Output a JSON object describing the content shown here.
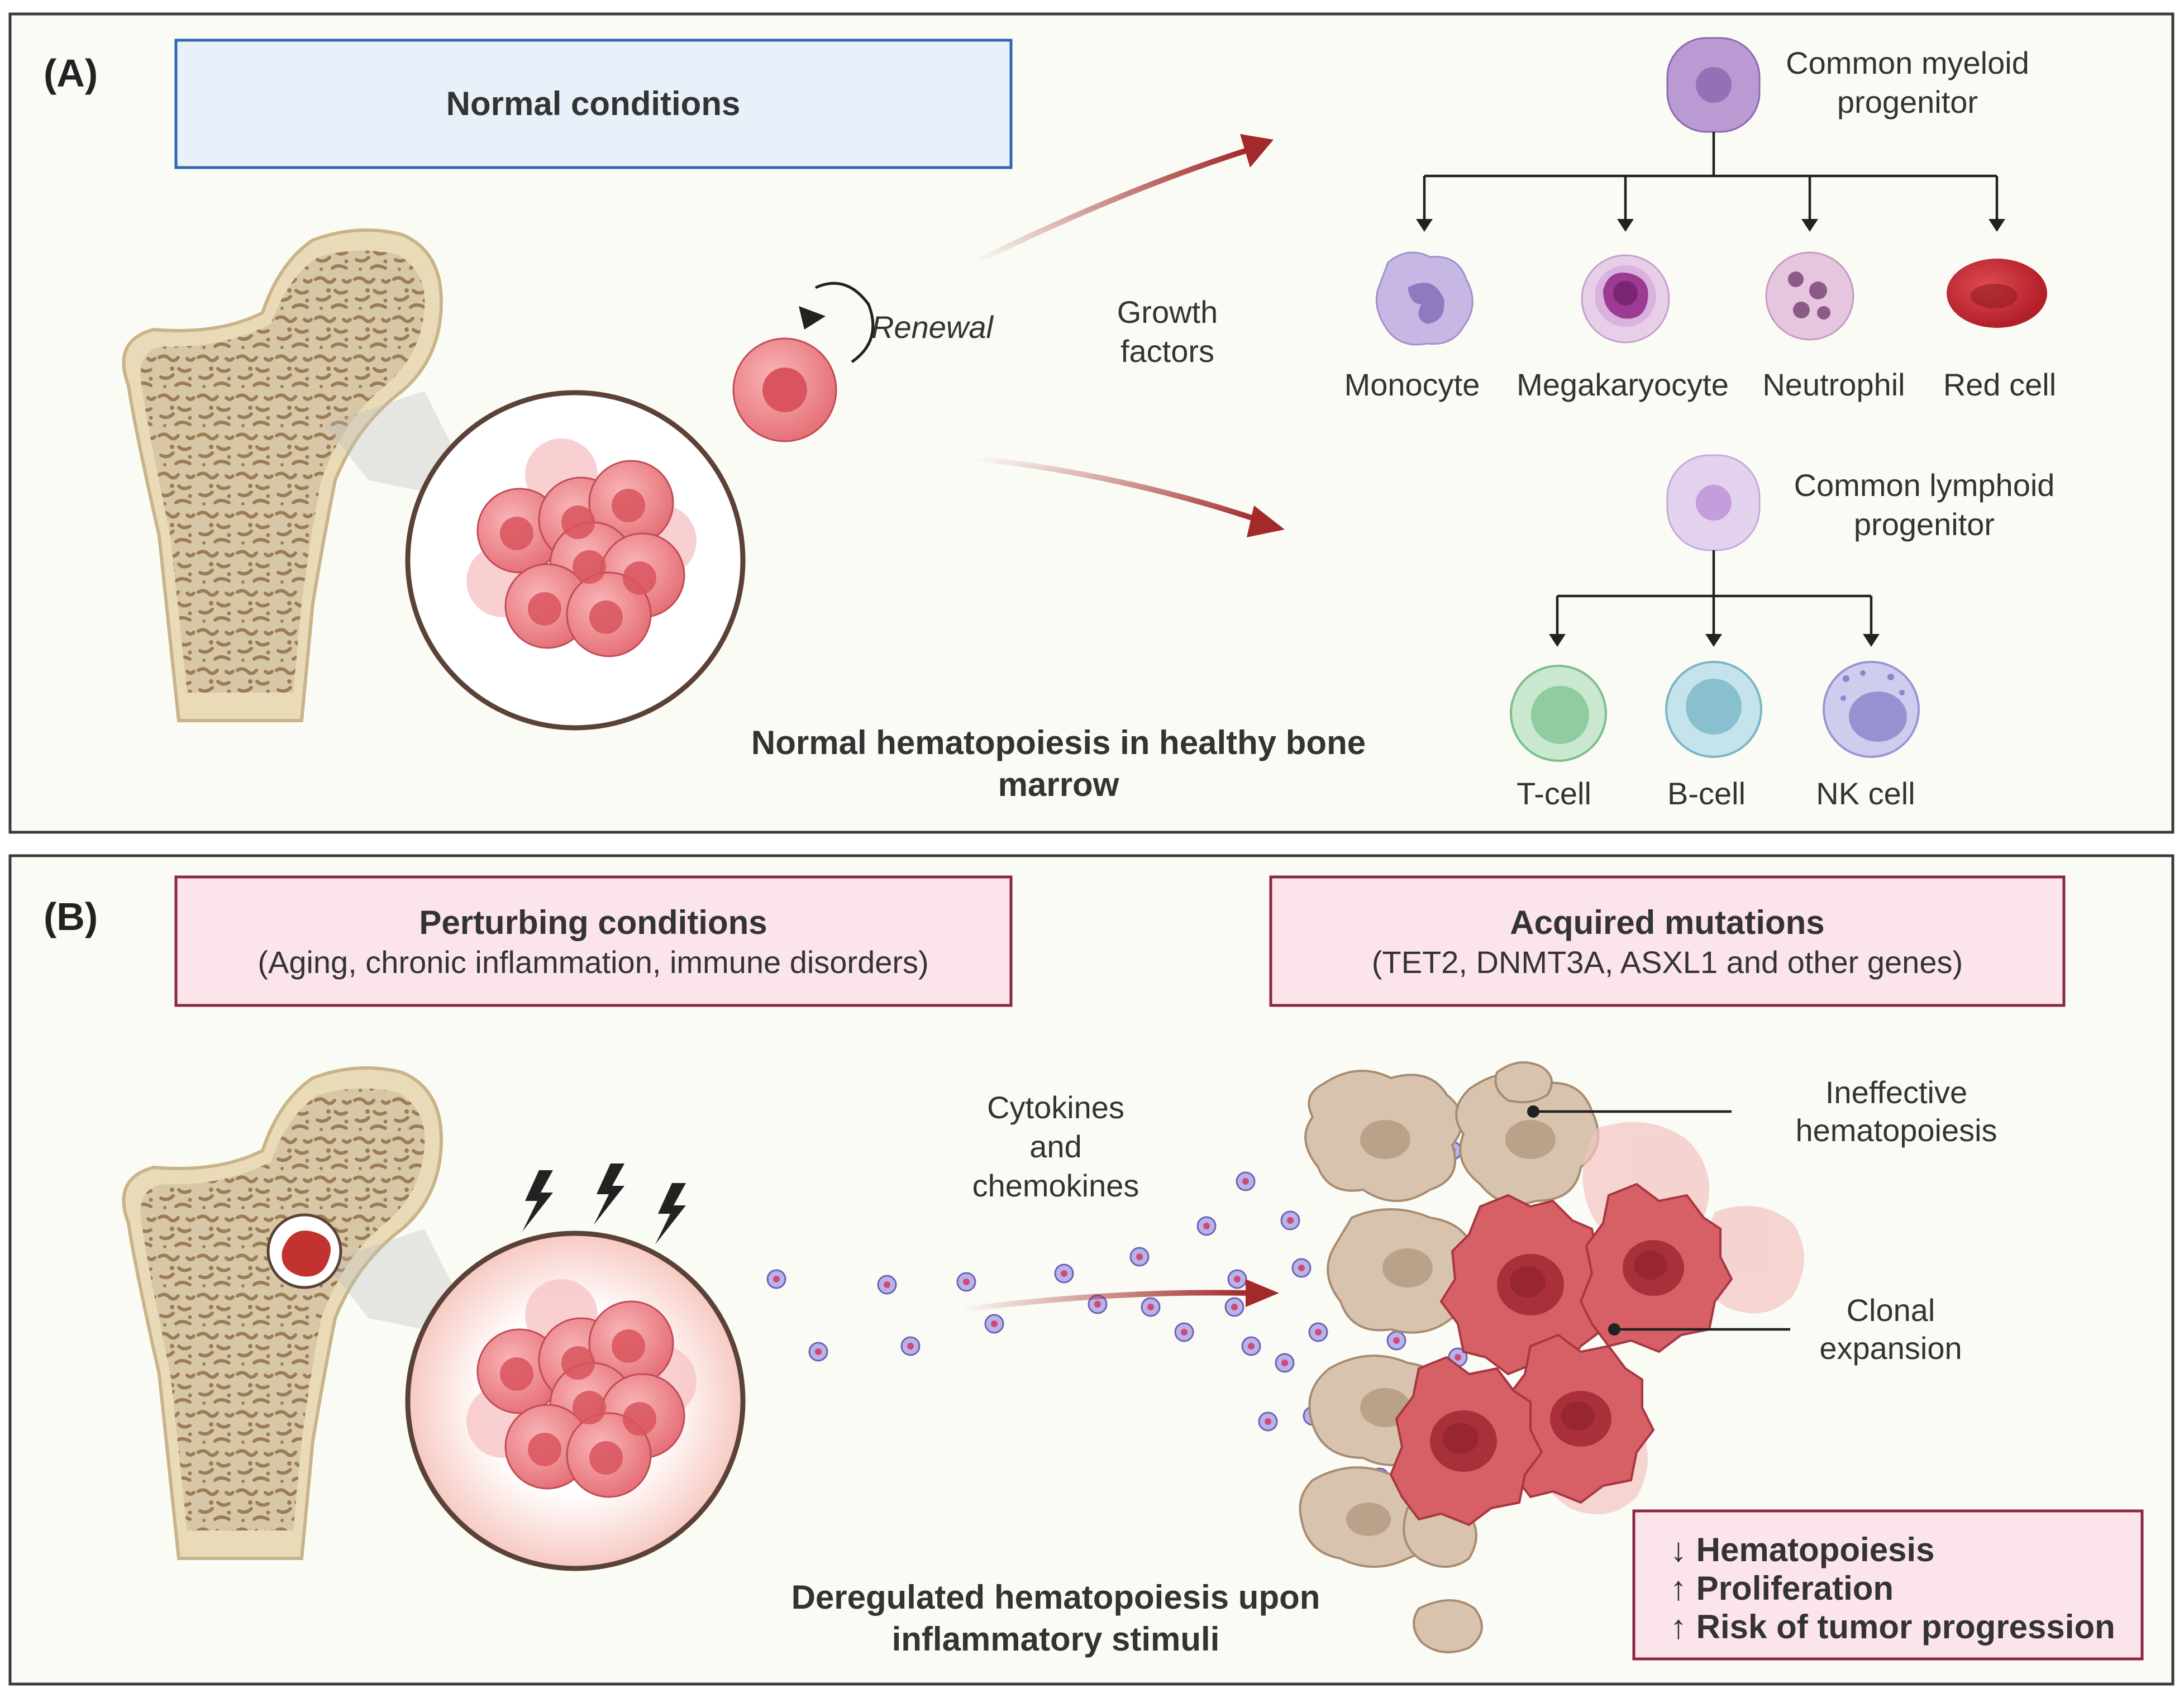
{
  "panel_a": {
    "letter": "(A)",
    "title": "Normal conditions",
    "renewal": "Renewal",
    "growth_factors": [
      "Growth",
      "factors"
    ],
    "myeloid": {
      "name": [
        "Common myeloid",
        "progenitor"
      ],
      "cells": [
        "Monocyte",
        "Megakaryocyte",
        "Neutrophil",
        "Red cell"
      ]
    },
    "lymphoid": {
      "name": [
        "Common lymphoid",
        "progenitor"
      ],
      "cells": [
        "T-cell",
        "B-cell",
        "NK cell"
      ]
    },
    "caption": [
      "Normal hematopoiesis in healthy bone",
      "marrow"
    ]
  },
  "panel_b": {
    "letter": "(B)",
    "perturbing_title": "Perturbing conditions",
    "perturbing_sub": "(Aging, chronic inflammation, immune disorders)",
    "mutations_title": "Acquired mutations",
    "mutations_sub": "(TET2, DNMT3A, ASXL1 and other genes)",
    "cytokines": [
      "Cytokines",
      "and",
      "chemokines"
    ],
    "ineffective": [
      "Ineffective",
      "hematopoiesis"
    ],
    "clonal": [
      "Clonal",
      "expansion"
    ],
    "caption": [
      "Deregulated hematopoiesis upon",
      "inflammatory stimuli"
    ],
    "effects": [
      "↓ Hematopoiesis",
      "↑ Proliferation",
      "↑ Risk of tumor progression"
    ]
  },
  "colors": {
    "hsc": "#ef8a8e",
    "blue_border": "#2f67b1",
    "pink_border": "#8a2746",
    "arrow": "#a22a2a"
  }
}
